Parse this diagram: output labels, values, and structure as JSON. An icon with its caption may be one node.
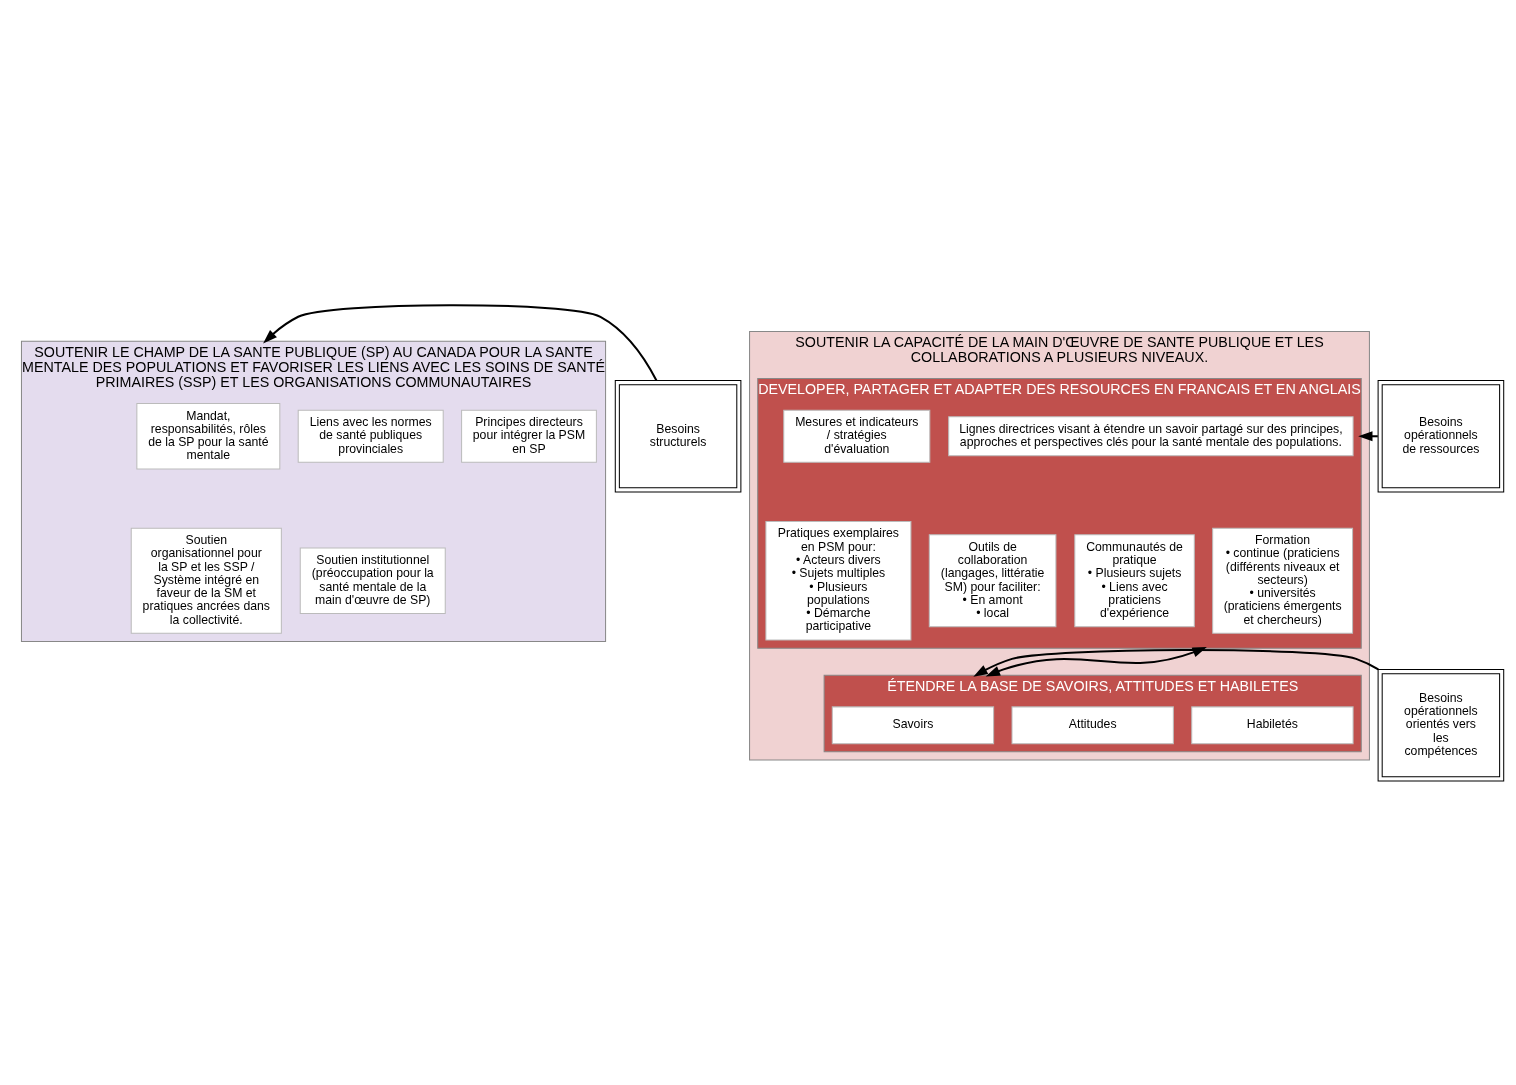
{
  "diagram": {
    "nodes": [
      {
        "text": [
          "SOUTENIR LE CHAMP DE LA SANTE PUBLIQUE (SP) AU CANADA POUR LA SANTE MENTALE DES POPULATIONS ET FAVORISER LES LIENS AVEC LES SOINS DE SANTÉ PRIMAIRES (SSP) ET LES ORGANISATIONS COMMUNAUTAIRES"
        ]
      },
      {
        "text": [
          "Besoins structurels"
        ]
      },
      {
        "text": [
          "Mandat, responsabilités, rôles de la SP pour la santé mentale"
        ],
        "in": 0
      },
      {
        "text": [
          "Liens avec les normes de santé publiques provinciales"
        ],
        "in": 0
      },
      {
        "text": [
          "Principes directeurs pour intégrer la PSM en SP"
        ],
        "in": 0
      },
      {
        "text": [
          "Soutien organisationnel pour la SP et les SSP / Système intégré en faveur de la SM et pratiques ancrées dans la collectivité."
        ],
        "in": 0
      },
      {
        "text": [
          "Soutien institutionnel (préoccupation pour la santé mentale de la main d'œuvre de SP)"
        ],
        "in": 0
      },
      {
        "text": [
          "SOUTENIR LA CAPACITÉ DE LA MAIN D'ŒUVRE DE SANTE PUBLIQUE ET LES COLLABORATIONS A PLUSIEURS NIVEAUX."
        ]
      },
      {
        "text": [
          "Besoins opérationnels de ressources"
        ]
      },
      {
        "text": [
          "DEVELOPER, PARTAGER ET ADAPTER DES RESOURCES EN FRANCAIS ET EN ANGLAIS"
        ],
        "in": 7
      },
      {
        "text": [
          "Lignes directrices visant à étendre un savoir partagé sur des principes, approches et perspectives clés pour la santé mentale des populations."
        ],
        "in": 9
      },
      {
        "text": [
          "Pratiques exemplaires en PSM pour:",
          "• Acteurs divers",
          "• Sujets multiples",
          "• Plusieurs populations",
          "• Démarche participative"
        ],
        "in": 9
      },
      {
        "text": [
          "Mesures et indicateurs / stratégies d'évaluation"
        ],
        "in": 9
      },
      {
        "text": [
          "Outils de collaboration (langages, littératie SM) pour faciliter:",
          "• En amont",
          "• local"
        ],
        "in": 9
      },
      {
        "text": [
          "Communautés de pratique",
          "• Plusieurs sujets",
          "• Liens avec praticiens d'expérience"
        ],
        "in": 9
      },
      {
        "text": [
          "Formation",
          "• continue (praticiens (différents niveaux et secteurs)",
          "• universités (praticiens émergents et chercheurs)"
        ],
        "in": 9
      },
      {
        "text": [
          "Besoins opérationnels orientés vers les compétences"
        ]
      },
      {
        "text": [
          "ÉTENDRE LA BASE DE SAVOIRS, ATTITUDES ET HABILETES"
        ],
        "in": 7
      },
      {
        "text": [
          "Savoirs"
        ],
        "in": 17
      },
      {
        "text": [
          "Attitudes"
        ],
        "in": 17
      },
      {
        "text": [
          "Habiletés"
        ],
        "in": 17
      }
    ],
    "edges": [
      {
        "from": 1,
        "to": 0,
        "arrow": "to"
      },
      {
        "from": 8,
        "to": 9,
        "arrow": "to"
      },
      {
        "from": 9,
        "to": 17,
        "arrow": "both"
      },
      {
        "from": 16,
        "to": 17,
        "arrow": "to"
      }
    ]
  }
}
